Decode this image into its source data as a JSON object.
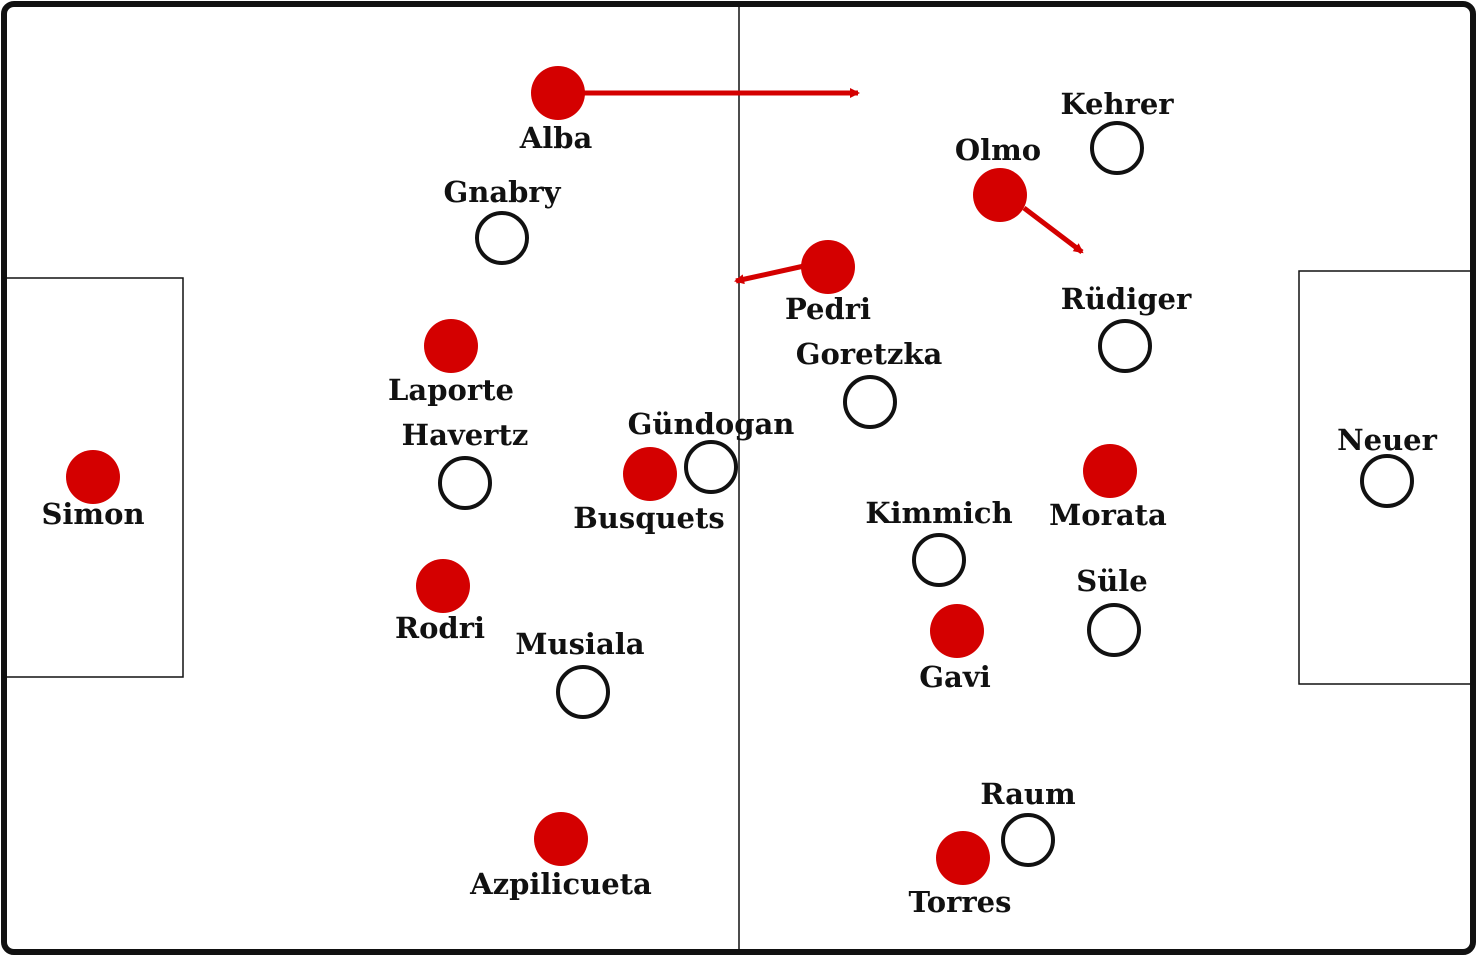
{
  "colors": {
    "pitch_background": "#ffffff",
    "line_color": "#111111",
    "team_spain": "#d40000",
    "team_germany_fill": "#ffffff",
    "team_germany_outline": "#111111",
    "arrow_color": "#d40000"
  },
  "players": [
    {
      "id": "simon",
      "name": "Simon",
      "team": "spain"
    },
    {
      "id": "alba",
      "name": "Alba",
      "team": "spain"
    },
    {
      "id": "laporte",
      "name": "Laporte",
      "team": "spain"
    },
    {
      "id": "rodri",
      "name": "Rodri",
      "team": "spain"
    },
    {
      "id": "azpilicueta",
      "name": "Azpilicueta",
      "team": "spain"
    },
    {
      "id": "busquets",
      "name": "Busquets",
      "team": "spain"
    },
    {
      "id": "pedri",
      "name": "Pedri",
      "team": "spain"
    },
    {
      "id": "olmo",
      "name": "Olmo",
      "team": "spain"
    },
    {
      "id": "morata",
      "name": "Morata",
      "team": "spain"
    },
    {
      "id": "gavi",
      "name": "Gavi",
      "team": "spain"
    },
    {
      "id": "torres",
      "name": "Torres",
      "team": "spain"
    },
    {
      "id": "gnabry",
      "name": "Gnabry",
      "team": "germany"
    },
    {
      "id": "havertz",
      "name": "Havertz",
      "team": "germany"
    },
    {
      "id": "musiala",
      "name": "Musiala",
      "team": "germany"
    },
    {
      "id": "gundogan",
      "name": "Gündogan",
      "team": "germany"
    },
    {
      "id": "goretzka",
      "name": "Goretzka",
      "team": "germany"
    },
    {
      "id": "kimmich",
      "name": "Kimmich",
      "team": "germany"
    },
    {
      "id": "kehrer",
      "name": "Kehrer",
      "team": "germany"
    },
    {
      "id": "rudiger",
      "name": "Rüdiger",
      "team": "germany"
    },
    {
      "id": "sule",
      "name": "Süle",
      "team": "germany"
    },
    {
      "id": "raum",
      "name": "Raum",
      "team": "germany"
    },
    {
      "id": "neuer",
      "name": "Neuer",
      "team": "germany"
    }
  ],
  "movement_arrows": [
    {
      "player": "alba",
      "direction": "right"
    },
    {
      "player": "pedri",
      "direction": "left"
    },
    {
      "player": "olmo",
      "direction": "down-right"
    }
  ]
}
